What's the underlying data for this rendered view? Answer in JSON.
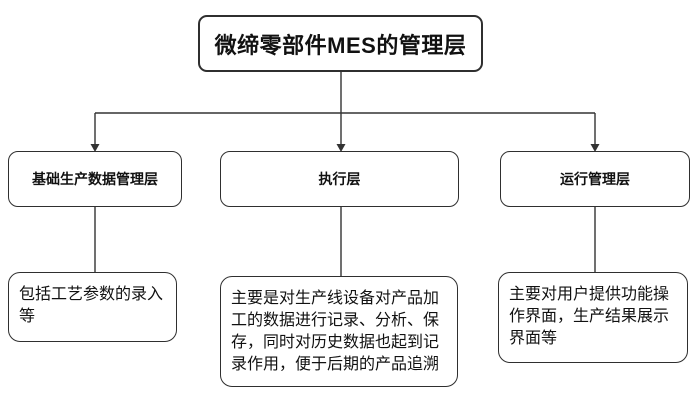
{
  "diagram": {
    "type": "flowchart",
    "title": "微缔零部件MES的管理层",
    "colors": {
      "background": "#ffffff",
      "box_border": "#2f2f2f",
      "text": "#111111",
      "connector": "#333333"
    },
    "branches": [
      {
        "label": "基础生产数据管理层",
        "detail": "包括工艺参数的录入等",
        "detail_lines": [
          "包括工艺参数的录入",
          "等"
        ]
      },
      {
        "label": "执行层",
        "detail": "主要是对生产线设备对产品加工的数据进行记录、分析、保存，同时对历史数据也起到记录作用，便于后期的产品追溯",
        "detail_lines": [
          "主要是对生产线设备对产品加",
          "工的数据进行记录、分析、保",
          "存，同时对历史数据也起到记",
          "录作用，便于后期的产品追溯"
        ]
      },
      {
        "label": "运行管理层",
        "detail": "主要对用户提供功能操作界面，生产结果展示界面等",
        "detail_lines": [
          "主要对用户提供功能操",
          "作界面，生产结果展示",
          "界面等"
        ]
      }
    ]
  }
}
